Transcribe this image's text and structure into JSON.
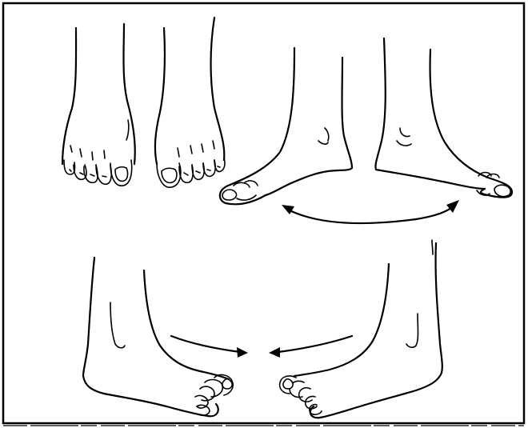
{
  "figure": {
    "panels": [
      {
        "id": "anterior-view",
        "icon": "feet-front-view-drawing"
      },
      {
        "id": "lateral-view",
        "icon": "feet-side-view-drawing"
      },
      {
        "id": "rear-view",
        "icon": "feet-rear-view-drawing"
      }
    ],
    "arrows": [
      {
        "id": "lateral-arrow",
        "kind": "double-headed curved"
      },
      {
        "id": "left-inward-arrow",
        "kind": "single-headed curved"
      },
      {
        "id": "right-inward-arrow",
        "kind": "single-headed curved"
      }
    ],
    "colors": {
      "line": "#000000",
      "background": "#ffffff"
    }
  }
}
